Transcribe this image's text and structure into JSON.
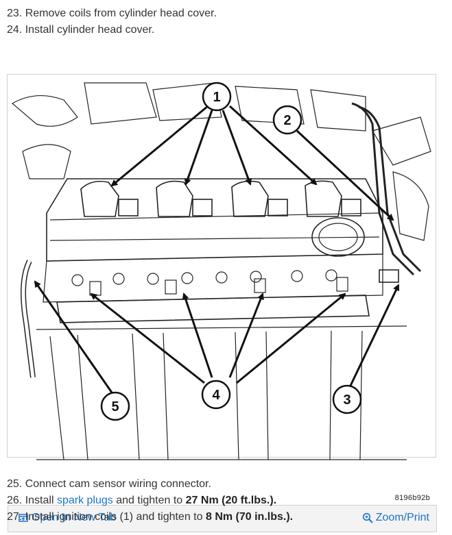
{
  "steps_top": [
    {
      "num": "23.",
      "text": "Remove coils from cylinder head cover."
    },
    {
      "num": "24.",
      "text": "Install cylinder head cover."
    }
  ],
  "figure": {
    "code": "8196b92b",
    "callouts": [
      "1",
      "2",
      "3",
      "4",
      "5"
    ],
    "open_tab_label": "Open In New Tab",
    "zoom_label": "Zoom/Print"
  },
  "steps_bottom": {
    "s25": {
      "num": "25.",
      "text": "Connect cam sensor wiring connector."
    },
    "s26": {
      "num": "26.",
      "pre": "Install ",
      "link": "spark plugs",
      "mid": " and tighten to ",
      "bold": "27 Nm (20 ft.lbs.)",
      "end": "."
    },
    "s27": {
      "num": "27.",
      "pre": "Install ignition coils (1) and tighten to ",
      "bold": "8 Nm (70 in.lbs.)",
      "end": "."
    }
  },
  "colors": {
    "link": "#1a73c8",
    "text": "#333333",
    "footer_bg": "#f3f3f3"
  }
}
